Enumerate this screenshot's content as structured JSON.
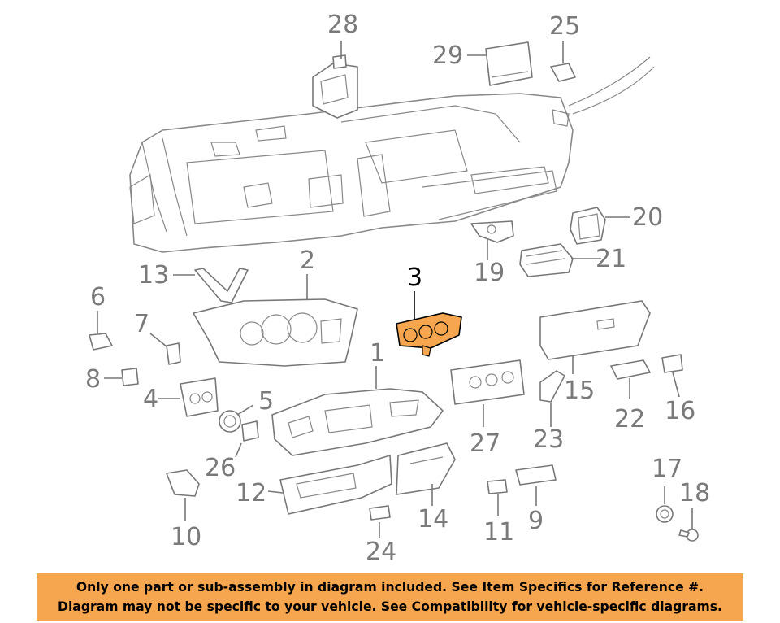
{
  "callouts": {
    "c1": "1",
    "c2": "2",
    "c3": "3",
    "c4": "4",
    "c5": "5",
    "c6": "6",
    "c7": "7",
    "c8": "8",
    "c9": "9",
    "c10": "10",
    "c11": "11",
    "c12": "12",
    "c13": "13",
    "c14": "14",
    "c15": "15",
    "c16": "16",
    "c17": "17",
    "c18": "18",
    "c19": "19",
    "c20": "20",
    "c21": "21",
    "c22": "22",
    "c23": "23",
    "c24": "24",
    "c25": "25",
    "c26": "26",
    "c27": "27",
    "c28": "28",
    "c29": "29"
  },
  "highlighted_part": "3",
  "colors": {
    "highlight_fill": "#f5a64e",
    "line": "#888888",
    "banner": "#f5a64e"
  },
  "banner": {
    "line1": "Only one part or sub-assembly in diagram included. See Item Specifics for Reference #.",
    "line2": "Diagram may not be specific to your vehicle. See Compatibility for vehicle-specific diagrams."
  }
}
